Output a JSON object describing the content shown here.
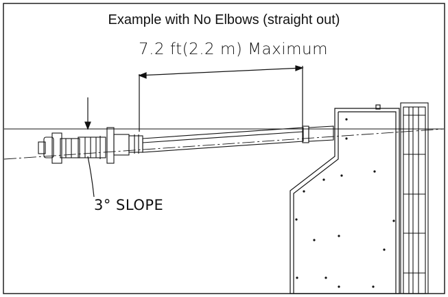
{
  "diagram": {
    "title": "Example with No Elbows (straight out)",
    "dimension_label": "7.2 ft(2.2 m) Maximum",
    "slope_label": "3° SLOPE",
    "colors": {
      "line": "#111111",
      "background": "#ffffff"
    }
  }
}
